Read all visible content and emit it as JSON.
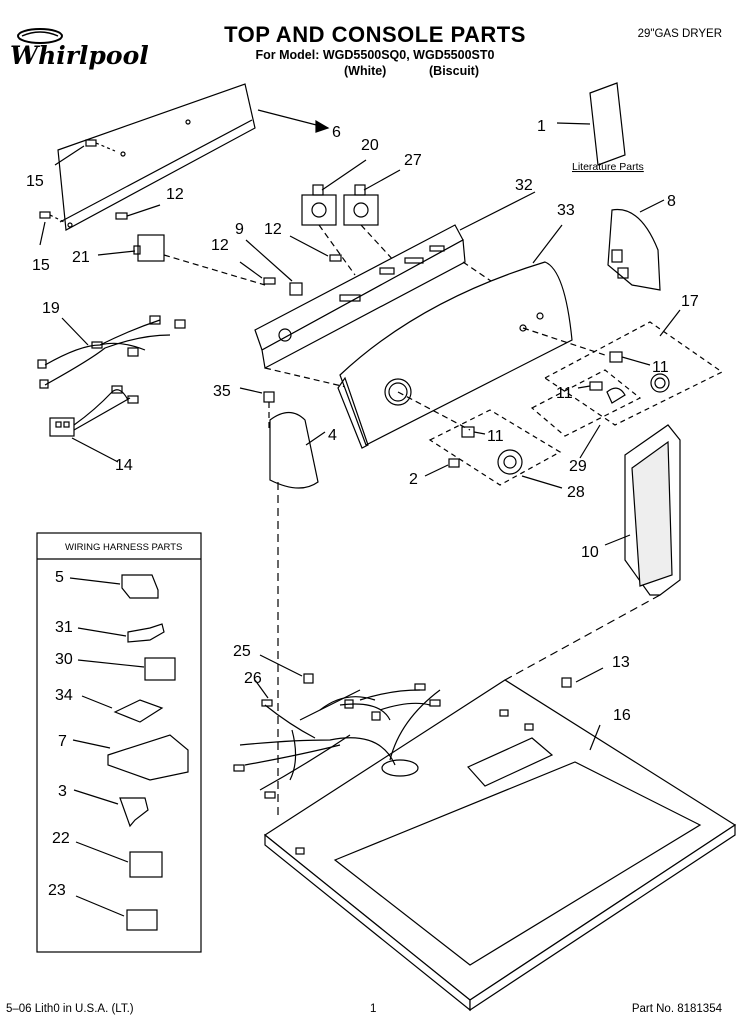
{
  "header": {
    "brand": "Whirlpool",
    "title": "TOP AND CONSOLE PARTS",
    "model_line": "For Model: WGD5500SQ0, WGD5500ST0",
    "color_white": "(White)",
    "color_biscuit": "(Biscuit)",
    "dryer_type": "29\"GAS DRYER"
  },
  "literature_label": "Literature Parts",
  "wiring_box_title": "WIRING HARNESS PARTS",
  "callouts": [
    "1",
    "2",
    "3",
    "4",
    "5",
    "6",
    "7",
    "8",
    "9",
    "10",
    "11",
    "11",
    "11",
    "12",
    "12",
    "12",
    "13",
    "14",
    "15",
    "15",
    "16",
    "17",
    "19",
    "20",
    "21",
    "22",
    "23",
    "25",
    "26",
    "27",
    "28",
    "29",
    "30",
    "31",
    "32",
    "33",
    "34",
    "35"
  ],
  "footer": {
    "left": "5–06 Lith0 in U.S.A. (LT.)",
    "page": "1",
    "part_no": "Part No. 8181354"
  }
}
